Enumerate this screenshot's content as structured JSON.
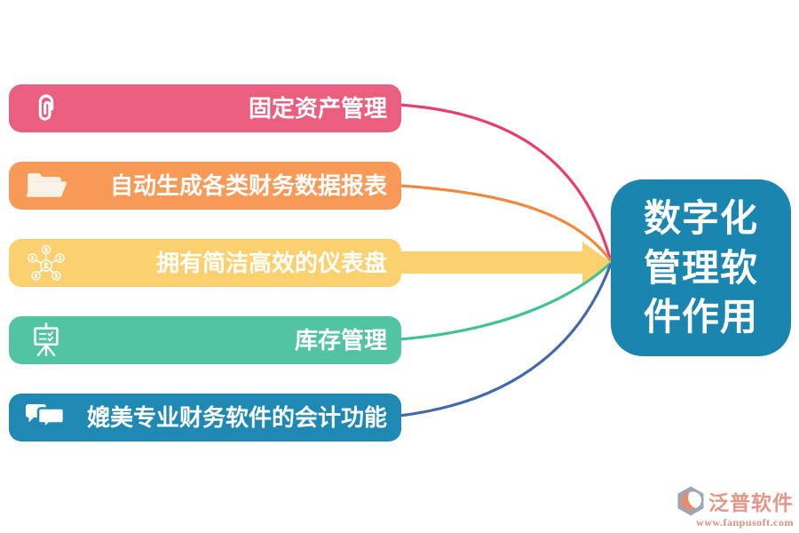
{
  "center": {
    "label": "数字化\n管理软\n件作用",
    "color": "#1a85af"
  },
  "items": [
    {
      "label": "固定资产管理",
      "color": "#e95f7d",
      "curve_color": "#e73e6d",
      "icon": "paperclip"
    },
    {
      "label": "自动生成各类财务数据报表",
      "color": "#f79a58",
      "curve_color": "#f0883d",
      "icon": "open-folder"
    },
    {
      "label": "拥有简洁高效的仪表盘",
      "color": "#fbd06f",
      "curve_color": "#fbd06f",
      "icon": "people-network"
    },
    {
      "label": "库存管理",
      "color": "#52c3a3",
      "curve_color": "#3ec296",
      "icon": "presentation-board"
    },
    {
      "label": "媲美专业财务软件的会计功能",
      "color": "#1f89b4",
      "curve_color": "#4468ac",
      "icon": "chat-bubbles"
    }
  ],
  "watermark": {
    "title": "泛普软件",
    "url": "www.fanpusoft.com",
    "title_color": "#e59180",
    "url_color": "#df8a70"
  }
}
